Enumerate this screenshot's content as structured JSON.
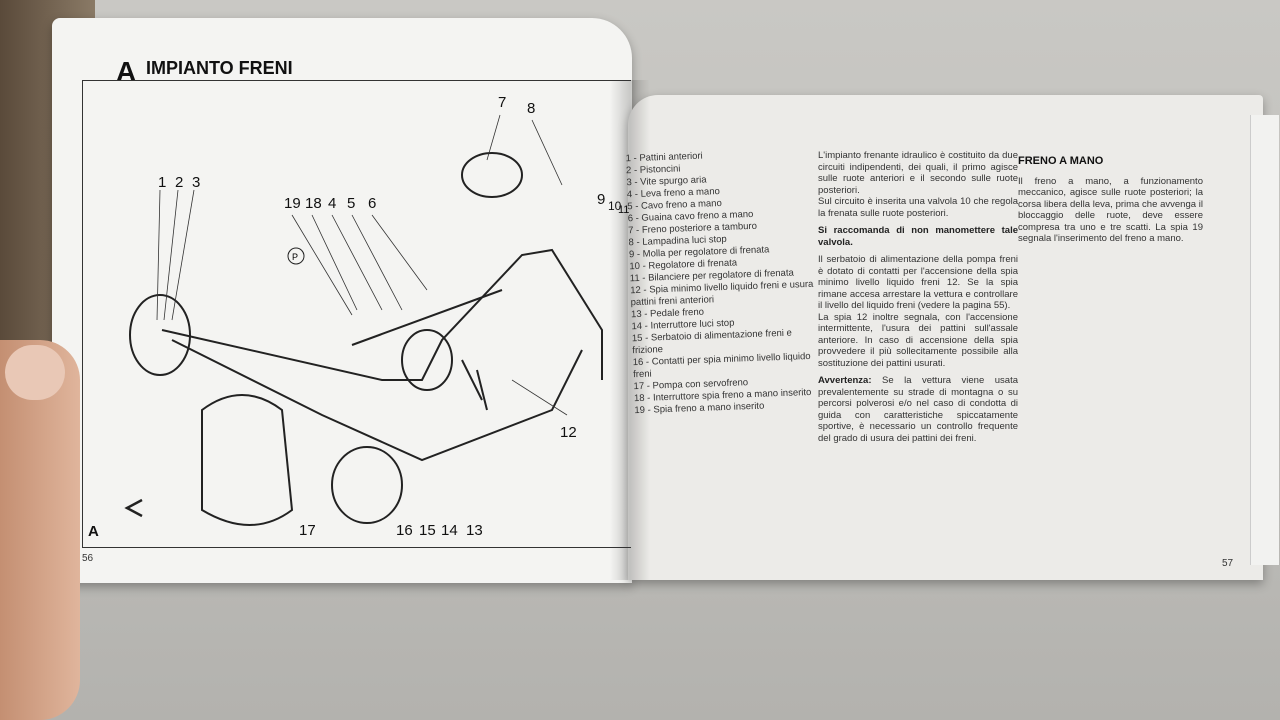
{
  "left_page": {
    "section_letter": "A",
    "title": "IMPIANTO FRENI",
    "figure_letter": "A",
    "page_number": "56",
    "callouts": [
      "1",
      "2",
      "3",
      "19",
      "18",
      "4",
      "5",
      "6",
      "7",
      "8",
      "9",
      "10",
      "11",
      "12",
      "17",
      "16",
      "15",
      "14",
      "13"
    ],
    "warning_light_symbol": "P"
  },
  "right_page": {
    "page_number": "57",
    "legend": [
      "1 - Pattini anteriori",
      "2 - Pistoncini",
      "3 - Vite spurgo aria",
      "4 - Leva freno a mano",
      "5 - Cavo freno a mano",
      "6 - Guaina cavo freno a mano",
      "7 - Freno posteriore a tamburo",
      "8 - Lampadina luci stop",
      "9 - Molla per regolatore di frenata",
      "10 - Regolatore di frenata",
      "11 - Bilanciere per regolatore di frenata",
      "12 - Spia minimo livello liquido freni e usura pattini freni anteriori",
      "13 - Pedale freno",
      "14 - Interruttore luci stop",
      "15 - Serbatoio di alimentazione freni e frizione",
      "16 - Contatti per spia minimo livello liquido freni",
      "17 - Pompa con servofreno",
      "18 - Interruttore spia freno a mano inserito",
      "19 - Spia freno a mano inserito"
    ],
    "middle_column": {
      "p1": "L'impianto frenante idraulico è costituito da due circuiti indipendenti, dei quali, il primo agisce sulle ruote anteriori e il secondo sulle ruote posteriori.",
      "p2": "Sul circuito è inserita una valvola 10 che regola la frenata sulle ruote posteriori.",
      "p3_bold": "Si raccomanda di non manomettere tale valvola.",
      "p4": "Il serbatoio di alimentazione della pompa freni è dotato di contatti per l'accensione della spia minimo livello liquido freni 12. Se la spia rimane accesa arrestare la vettura e controllare il livello del liquido freni (vedere la pagina 55).",
      "p5": "La spia 12 inoltre segnala, con l'accensione intermittente, l'usura dei pattini sull'assale anteriore. In caso di accensione della spia provvedere il più sollecitamente possibile alla sostituzione dei pattini usurati.",
      "warning_label": "Avvertenza:",
      "warning_text": " Se la vettura viene usata prevalentemente su strade di montagna o su percorsi polverosi e/o nel caso di condotta di guida con caratteristiche spiccatamente sportive, è necessario un controllo frequente del grado di usura dei pattini dei freni."
    },
    "right_column": {
      "title": "FRENO A MANO",
      "text": "Il freno a mano, a funzionamento meccanico, agisce sulle ruote posteriori; la corsa libera della leva, prima che avvenga il bloccaggio delle ruote, deve essere compresa tra uno e tre scatti. La spia 19 segnala l'inserimento del freno a mano."
    }
  }
}
